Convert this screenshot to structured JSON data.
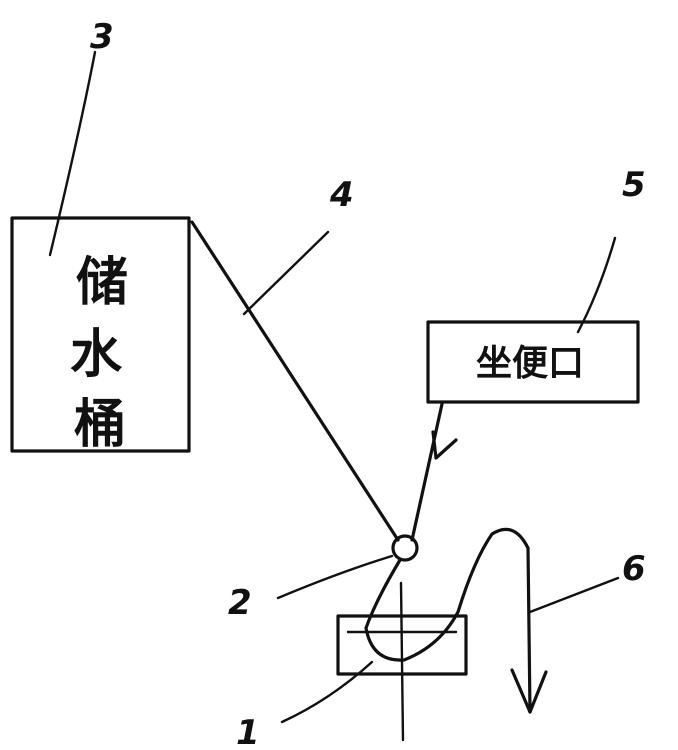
{
  "labels": {
    "part_1": "1",
    "part_2": "2",
    "part_3": "3",
    "part_4": "4",
    "part_5": "5",
    "part_6": "6"
  },
  "storage_tank": {
    "text_line_1": "储",
    "text_line_2": "水",
    "text_line_3": "桶"
  },
  "seat_box": {
    "text": "坐便口"
  },
  "colors": {
    "ink": "#111111",
    "paper": "#ffffff"
  }
}
